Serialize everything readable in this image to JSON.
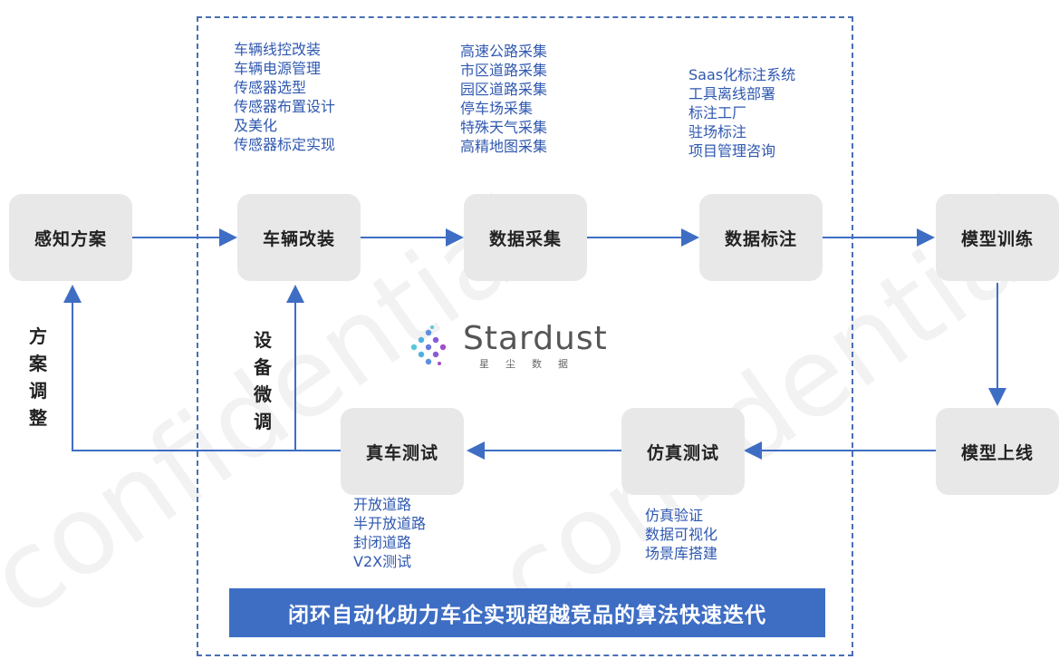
{
  "nodes": {
    "perception": "感知方案",
    "modification": "车辆改装",
    "collection": "数据采集",
    "labeling": "数据标注",
    "training": "模型训练",
    "deploy": "模型上线",
    "simulation": "仿真测试",
    "road_test": "真车测试"
  },
  "lists": {
    "modification": [
      "车辆线控改装",
      "车辆电源管理",
      "传感器选型",
      "传感器布置设计",
      "及美化",
      "传感器标定实现"
    ],
    "collection": [
      "高速公路采集",
      "市区道路采集",
      "园区道路采集",
      "停车场采集",
      "特殊天气采集",
      "高精地图采集"
    ],
    "labeling": [
      "Saas化标注系统",
      "工具离线部署",
      "标注工厂",
      "驻场标注",
      "项目管理咨询"
    ],
    "road_test": [
      "开放道路",
      "半开放道路",
      "封闭道路",
      "V2X测试"
    ],
    "simulation": [
      "仿真验证",
      "数据可视化",
      "场景库搭建"
    ]
  },
  "side_labels": {
    "plan_adjust": [
      "方",
      "案",
      "调",
      "整"
    ],
    "device_tune": [
      "设",
      "备",
      "微",
      "调"
    ]
  },
  "logo": {
    "name": "Stardust",
    "subtitle": "星尘数据"
  },
  "banner": "闭环自动化助力车企实现超越竞品的算法快速迭代",
  "watermark": "confidential",
  "colors": {
    "accent": "#3e6ec4",
    "node_bg": "#e8e8e8",
    "list_text": "#2f58b0"
  }
}
